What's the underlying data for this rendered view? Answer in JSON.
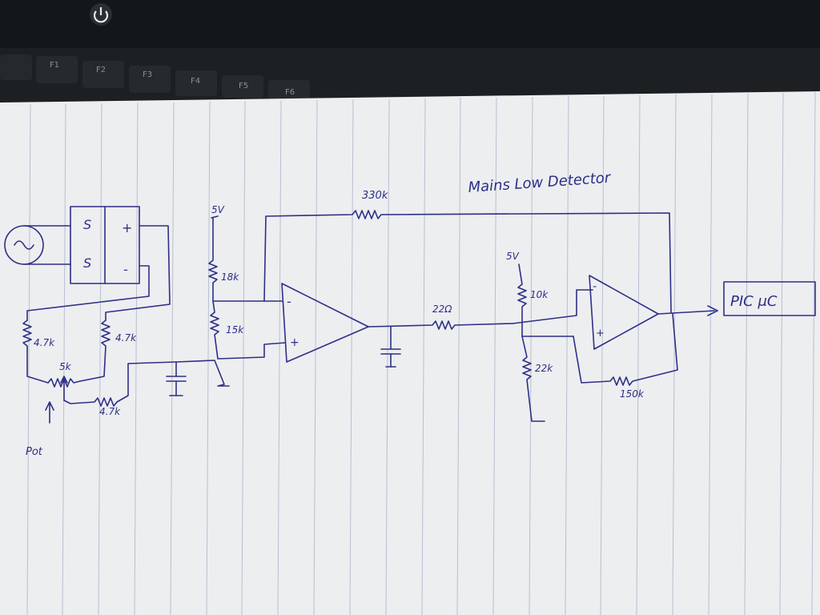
{
  "keyboard": {
    "power_icon": "power-icon",
    "keys": [
      "F1",
      "F2",
      "F3",
      "F4",
      "F5",
      "F6"
    ]
  },
  "sketch": {
    "title": "Mains Low Detector",
    "transformer": {
      "plus": "+",
      "minus": "-",
      "s1": "S",
      "s2": "S"
    },
    "resistors": {
      "r_left_top": "4.7k",
      "r_mid_top": "4.7k",
      "r_bottom": "4.7k",
      "pot": "5k",
      "r_18k": "18k",
      "r_15k": "15k",
      "r_feedback": "330k",
      "r_22ohm": "22Ω",
      "r_10k": "10k",
      "r_22k": "22k",
      "r_150k": "150k"
    },
    "supply": {
      "v1": "5V",
      "v2": "5V"
    },
    "opamp": {
      "minus": "-",
      "plus": "+"
    },
    "pot_label": "Pot",
    "output_label": "PIC μC"
  },
  "colors": {
    "ink": "#2e2f86",
    "paper": "#eceef0",
    "rule": "#b9bfd0",
    "keyboard": "#1c1f22"
  }
}
